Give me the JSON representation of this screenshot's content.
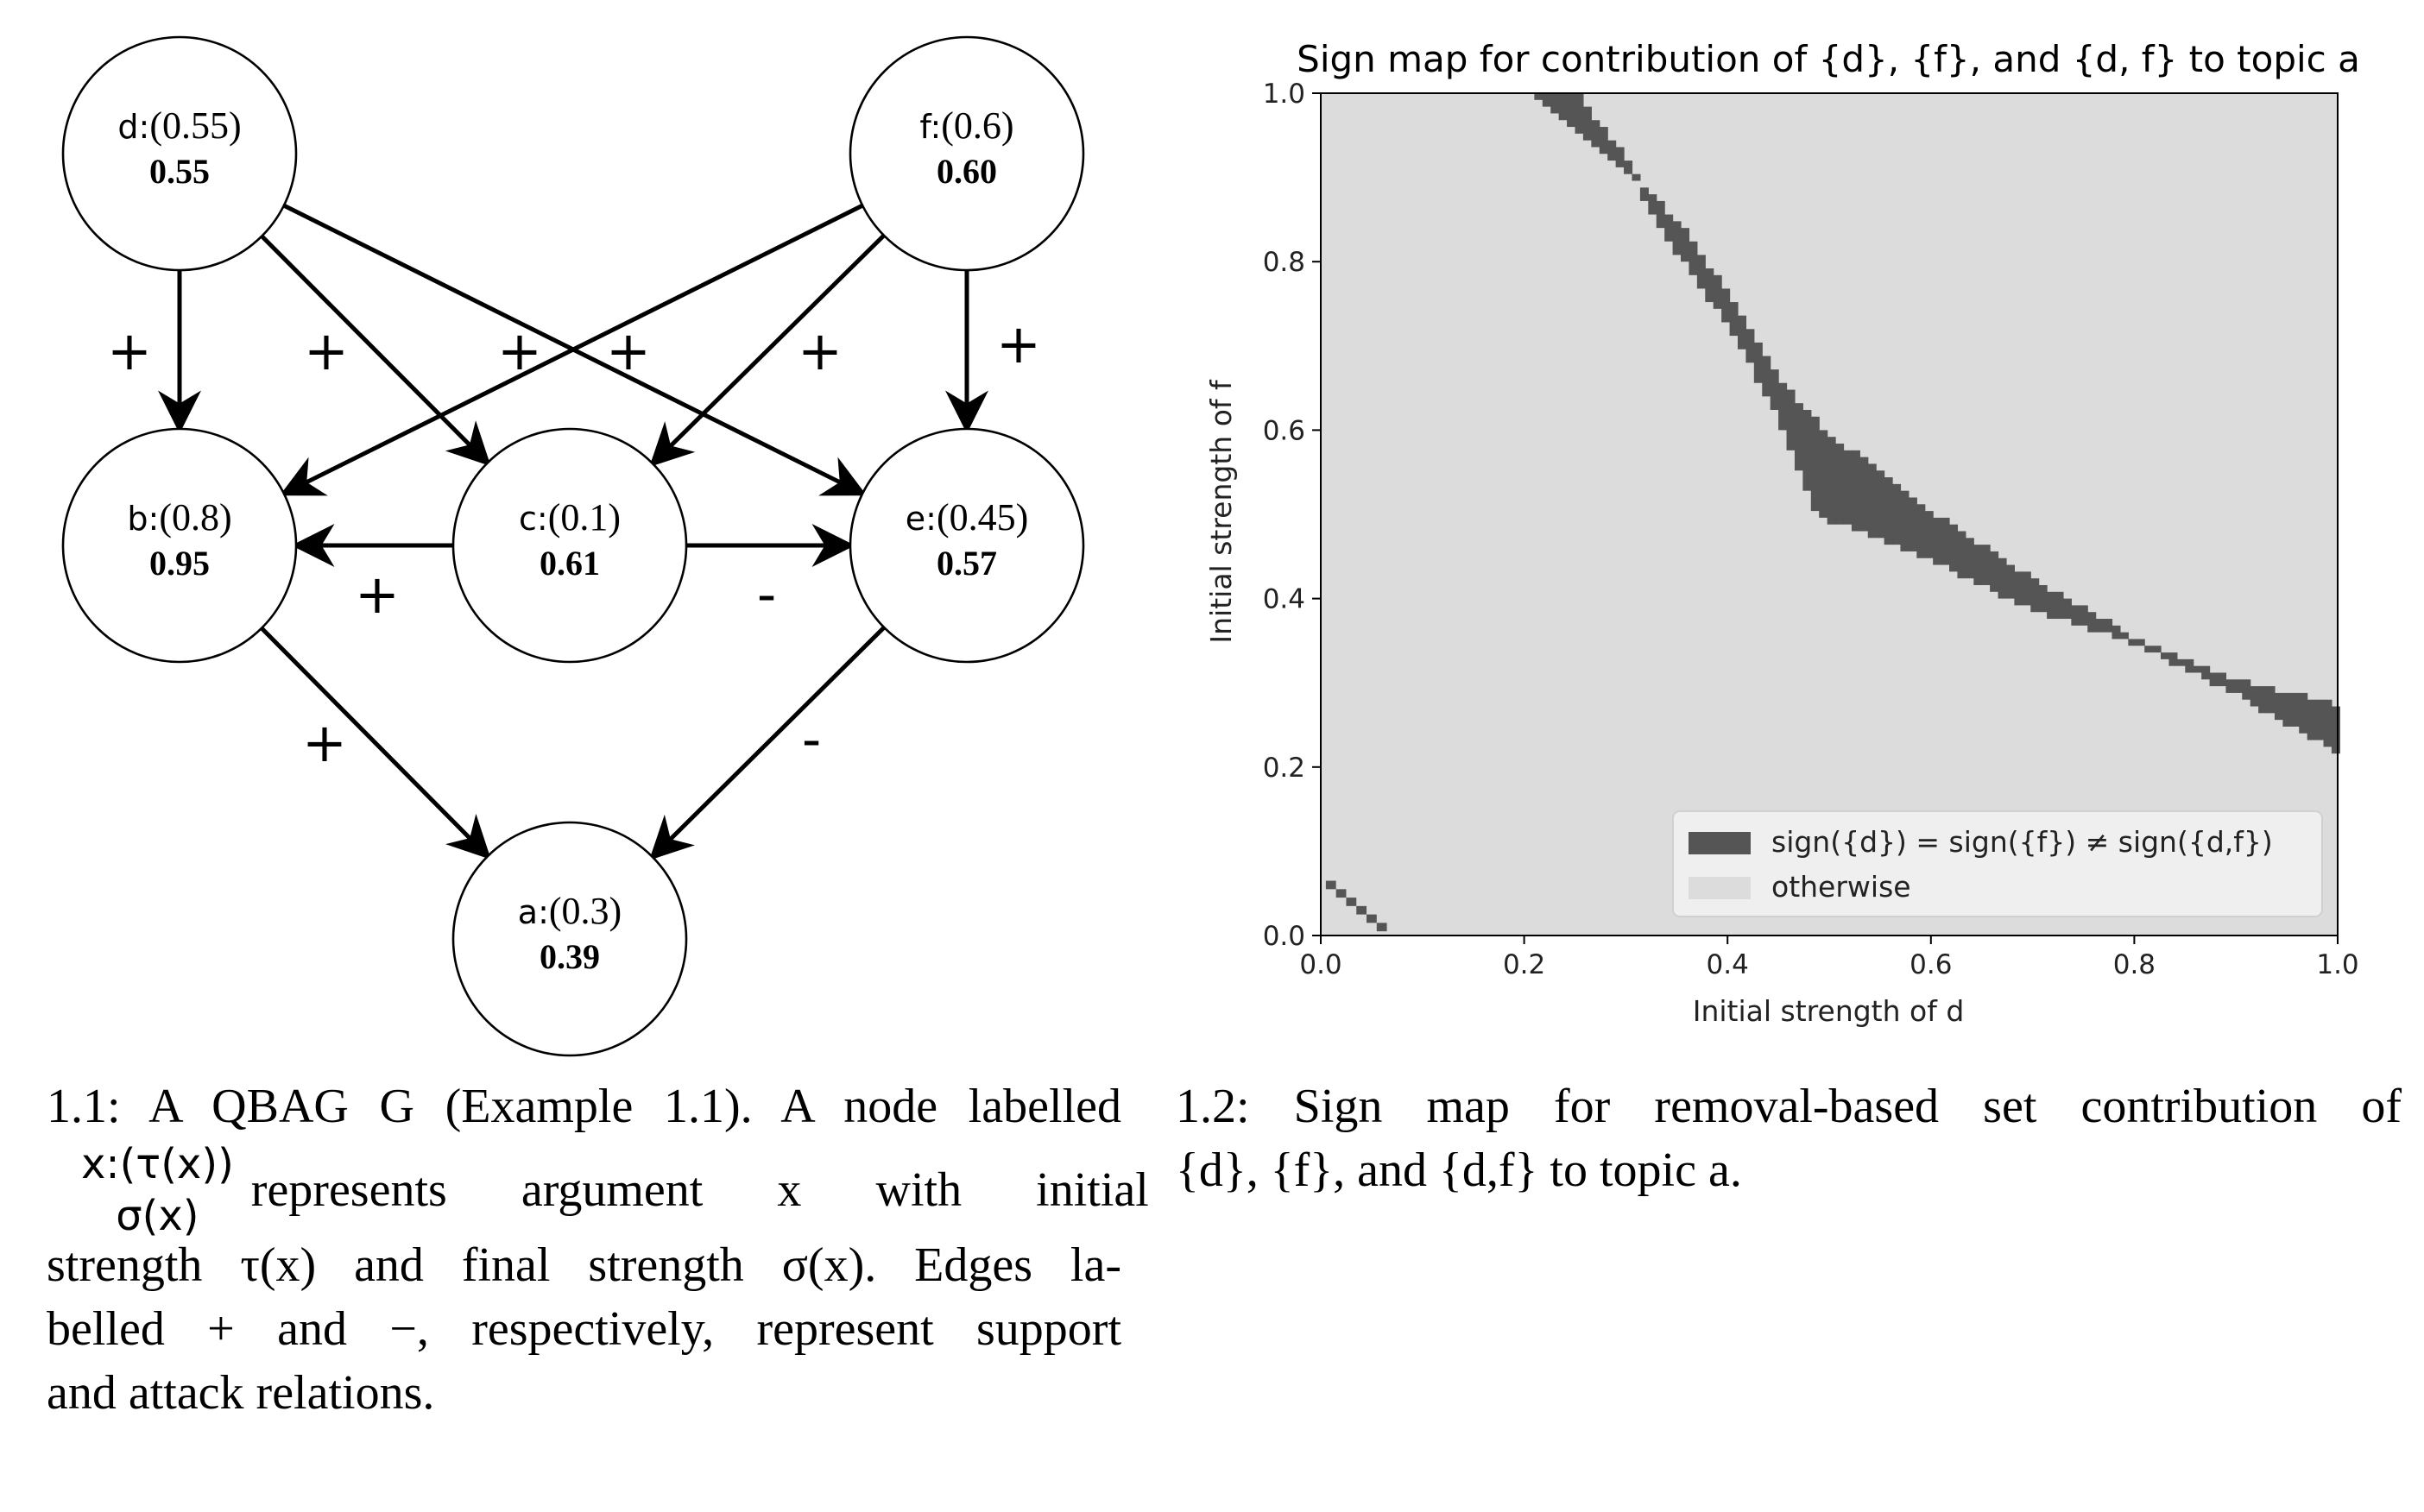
{
  "graph": {
    "nodes": [
      {
        "id": "d",
        "name": "d",
        "initial": "(0.55)",
        "final": "0.55"
      },
      {
        "id": "f",
        "name": "f",
        "initial": "(0.6)",
        "final": "0.60"
      },
      {
        "id": "b",
        "name": "b",
        "initial": "(0.8)",
        "final": "0.95"
      },
      {
        "id": "c",
        "name": "c",
        "initial": "(0.1)",
        "final": "0.61"
      },
      {
        "id": "e",
        "name": "e",
        "initial": "(0.45)",
        "final": "0.57"
      },
      {
        "id": "a",
        "name": "a",
        "initial": "(0.3)",
        "final": "0.39"
      }
    ],
    "edges": [
      {
        "from": "d",
        "to": "b",
        "sign": "+"
      },
      {
        "from": "d",
        "to": "c",
        "sign": "+"
      },
      {
        "from": "d",
        "to": "e",
        "sign": "+"
      },
      {
        "from": "f",
        "to": "b",
        "sign": "+"
      },
      {
        "from": "f",
        "to": "c",
        "sign": "+"
      },
      {
        "from": "f",
        "to": "e",
        "sign": "+"
      },
      {
        "from": "c",
        "to": "b",
        "sign": "+"
      },
      {
        "from": "c",
        "to": "e",
        "sign": "-"
      },
      {
        "from": "b",
        "to": "a",
        "sign": "+"
      },
      {
        "from": "e",
        "to": "a",
        "sign": "-"
      }
    ]
  },
  "chart_data": {
    "type": "heatmap",
    "title": "Sign map for contribution of {d}, {f}, and {d, f} to topic a",
    "xlabel": "Initial strength of d",
    "ylabel": "Initial strength of f",
    "xlim": [
      0.0,
      1.0
    ],
    "ylim": [
      0.0,
      1.0
    ],
    "xticks": [
      "0.0",
      "0.2",
      "0.4",
      "0.6",
      "0.8",
      "1.0"
    ],
    "yticks": [
      "0.0",
      "0.2",
      "0.4",
      "0.6",
      "0.8",
      "1.0"
    ],
    "grid": false,
    "legend_position": "lower-right",
    "categories": [
      {
        "name": "sign({d}) = sign({f}) ≠ sign({d,f})",
        "color": "#555555"
      },
      {
        "name": "otherwise",
        "color": "#dcdcdc"
      }
    ],
    "region_boundary_upper": [
      [
        0.21,
        1.0
      ],
      [
        0.3,
        0.91
      ],
      [
        0.36,
        0.83
      ],
      [
        0.4,
        0.76
      ],
      [
        0.45,
        0.66
      ],
      [
        0.5,
        0.59
      ],
      [
        0.55,
        0.55
      ],
      [
        0.6,
        0.5
      ],
      [
        0.7,
        0.42
      ],
      [
        0.8,
        0.35
      ],
      [
        0.9,
        0.3
      ],
      [
        1.0,
        0.27
      ]
    ],
    "region_boundary_lower": [
      [
        0.25,
        1.0
      ],
      [
        0.3,
        0.92
      ],
      [
        0.33,
        0.85
      ],
      [
        0.37,
        0.78
      ],
      [
        0.4,
        0.73
      ],
      [
        0.45,
        0.62
      ],
      [
        0.49,
        0.5
      ],
      [
        0.55,
        0.475
      ],
      [
        0.6,
        0.45
      ],
      [
        0.7,
        0.39
      ],
      [
        0.8,
        0.35
      ],
      [
        0.9,
        0.29
      ],
      [
        1.0,
        0.22
      ]
    ],
    "small_region": [
      [
        0.01,
        0.06
      ],
      [
        0.02,
        0.05
      ],
      [
        0.03,
        0.04
      ],
      [
        0.04,
        0.03
      ],
      [
        0.05,
        0.02
      ],
      [
        0.06,
        0.01
      ]
    ]
  },
  "captions": {
    "left": {
      "line1": "1.1: A QBAG G (Example 1.1). A node labelled",
      "frac_top": "x:(τ(x))",
      "frac_bottom": "σ(x)",
      "line2_rest": "represents argument x with initial",
      "line3": "strength τ(x) and final strength σ(x). Edges la-",
      "line4": "belled + and −, respectively, represent support",
      "line5": "and attack relations."
    },
    "right": {
      "line1": "1.2:  Sign map for removal-based set contribution of",
      "line2": "{d}, {f}, and {d,f} to topic a."
    }
  }
}
